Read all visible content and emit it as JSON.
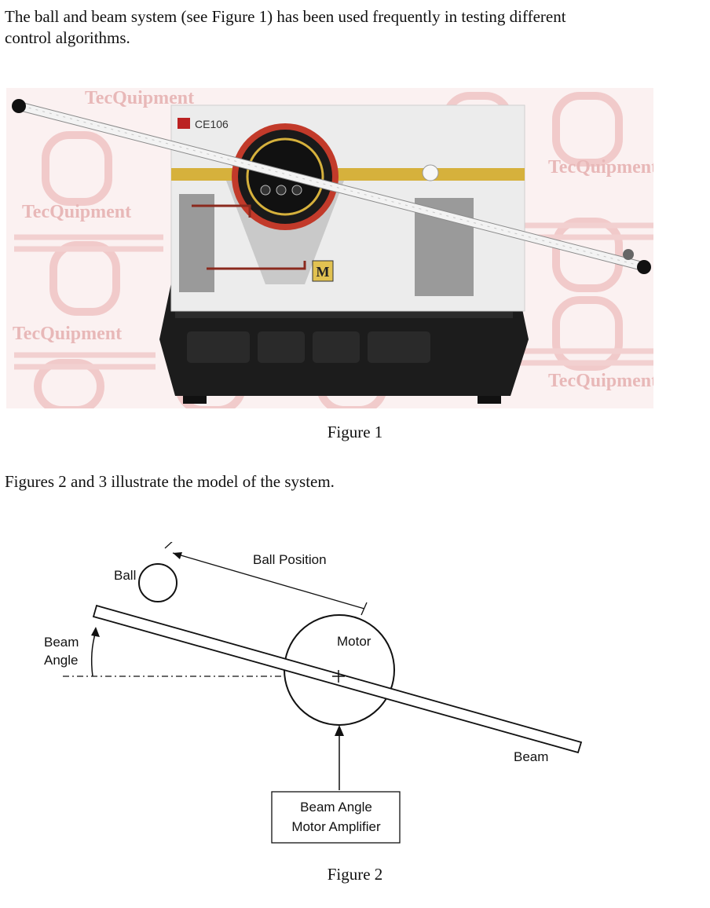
{
  "intro": {
    "line1": "The ball and beam system (see Figure 1) has been used frequently in testing different",
    "line2": "control algorithms."
  },
  "figure1": {
    "caption": "Figure 1",
    "watermark": "TecQuipment",
    "device_label": "CE106",
    "motor_symbol": "M"
  },
  "models_text": "Figures 2 and 3 illustrate the model of the system.",
  "figure2": {
    "caption": "Figure 2",
    "labels": {
      "ball": "Ball",
      "ball_position": "Ball Position",
      "beam_angle_1": "Beam",
      "beam_angle_2": "Angle",
      "motor": "Motor",
      "beam": "Beam",
      "amplifier_1": "Beam Angle",
      "amplifier_2": "Motor Amplifier"
    }
  }
}
